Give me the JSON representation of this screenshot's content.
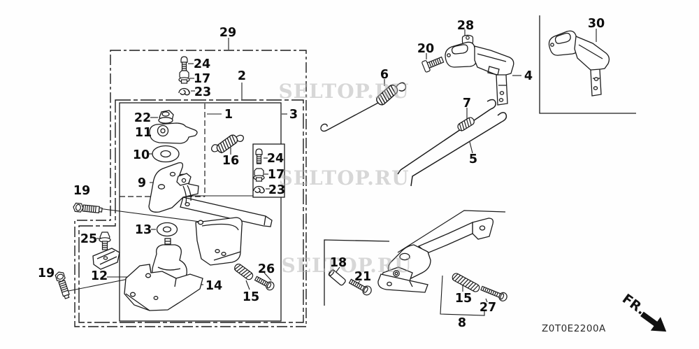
{
  "watermark": {
    "text": "SELTOP.RU",
    "color": "#b2b2b2"
  },
  "footer": {
    "diagram_code": "Z0T0E2200A",
    "direction_label": "FR."
  },
  "colors": {
    "line": "#1b1b1b",
    "background": "#ffffff",
    "label": "#0d0d0d"
  },
  "labels": {
    "n1": "1",
    "n2": "2",
    "n3": "3",
    "n4": "4",
    "n5": "5",
    "n6": "6",
    "n7": "7",
    "n8": "8",
    "n9": "9",
    "n10": "10",
    "n11": "11",
    "n12": "12",
    "n13": "13",
    "n14": "14",
    "n15": "15",
    "n16": "16",
    "n17": "17",
    "n18": "18",
    "n19": "19",
    "n20": "20",
    "n21": "21",
    "n22": "22",
    "n23": "23",
    "n24": "24",
    "n25": "25",
    "n26": "26",
    "n27": "27",
    "n28": "28",
    "n29": "29",
    "n30": "30"
  }
}
